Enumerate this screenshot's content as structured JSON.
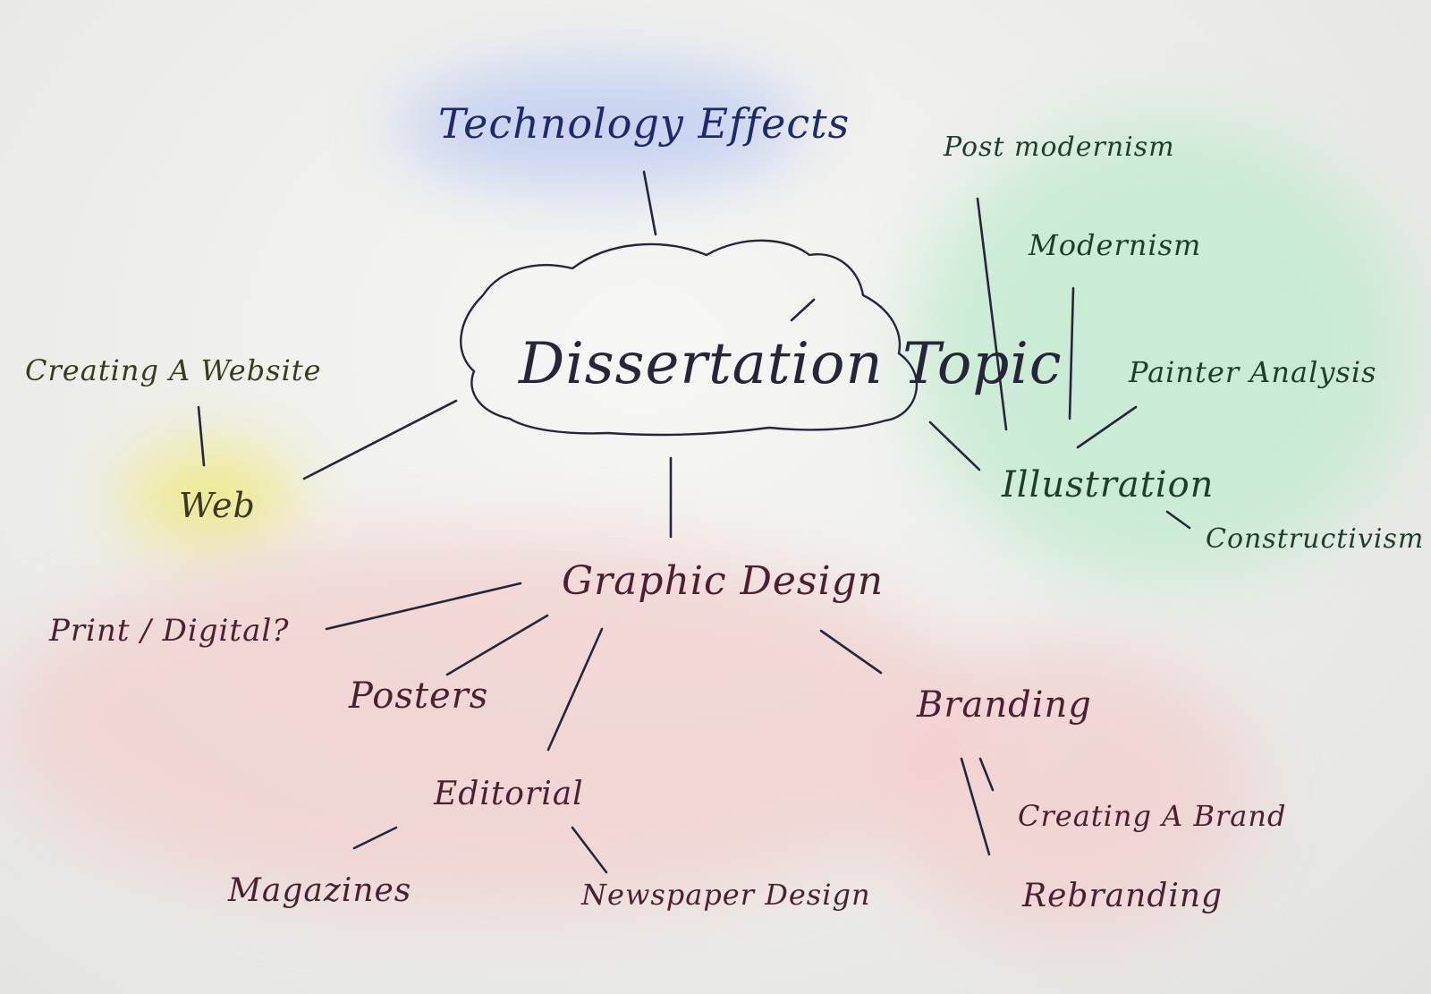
{
  "center": {
    "label": "Dissertation Topic"
  },
  "tech": {
    "label": "Technology Effects"
  },
  "web": {
    "label": "Web",
    "children": [
      "Creating A Website"
    ]
  },
  "illustration": {
    "label": "Illustration",
    "children": [
      "Post modernism",
      "Modernism",
      "Painter Analysis",
      "Constructivism"
    ]
  },
  "graphic_design": {
    "label": "Graphic Design",
    "children": [
      "Print / Digital?",
      "Posters",
      "Editorial",
      "Branding"
    ]
  },
  "editorial": {
    "label": "Editorial",
    "children": [
      "Magazines",
      "Newspaper Design"
    ]
  },
  "branding": {
    "label": "Branding",
    "children": [
      "Creating A Brand",
      "Rebranding"
    ]
  },
  "colors": {
    "ink": "#26263a",
    "blue_highlight": "#b9c8f2",
    "yellow_highlight": "#f0ec9a",
    "green_highlight": "#bfe8cb",
    "red_highlight": "#f2c7c7"
  }
}
